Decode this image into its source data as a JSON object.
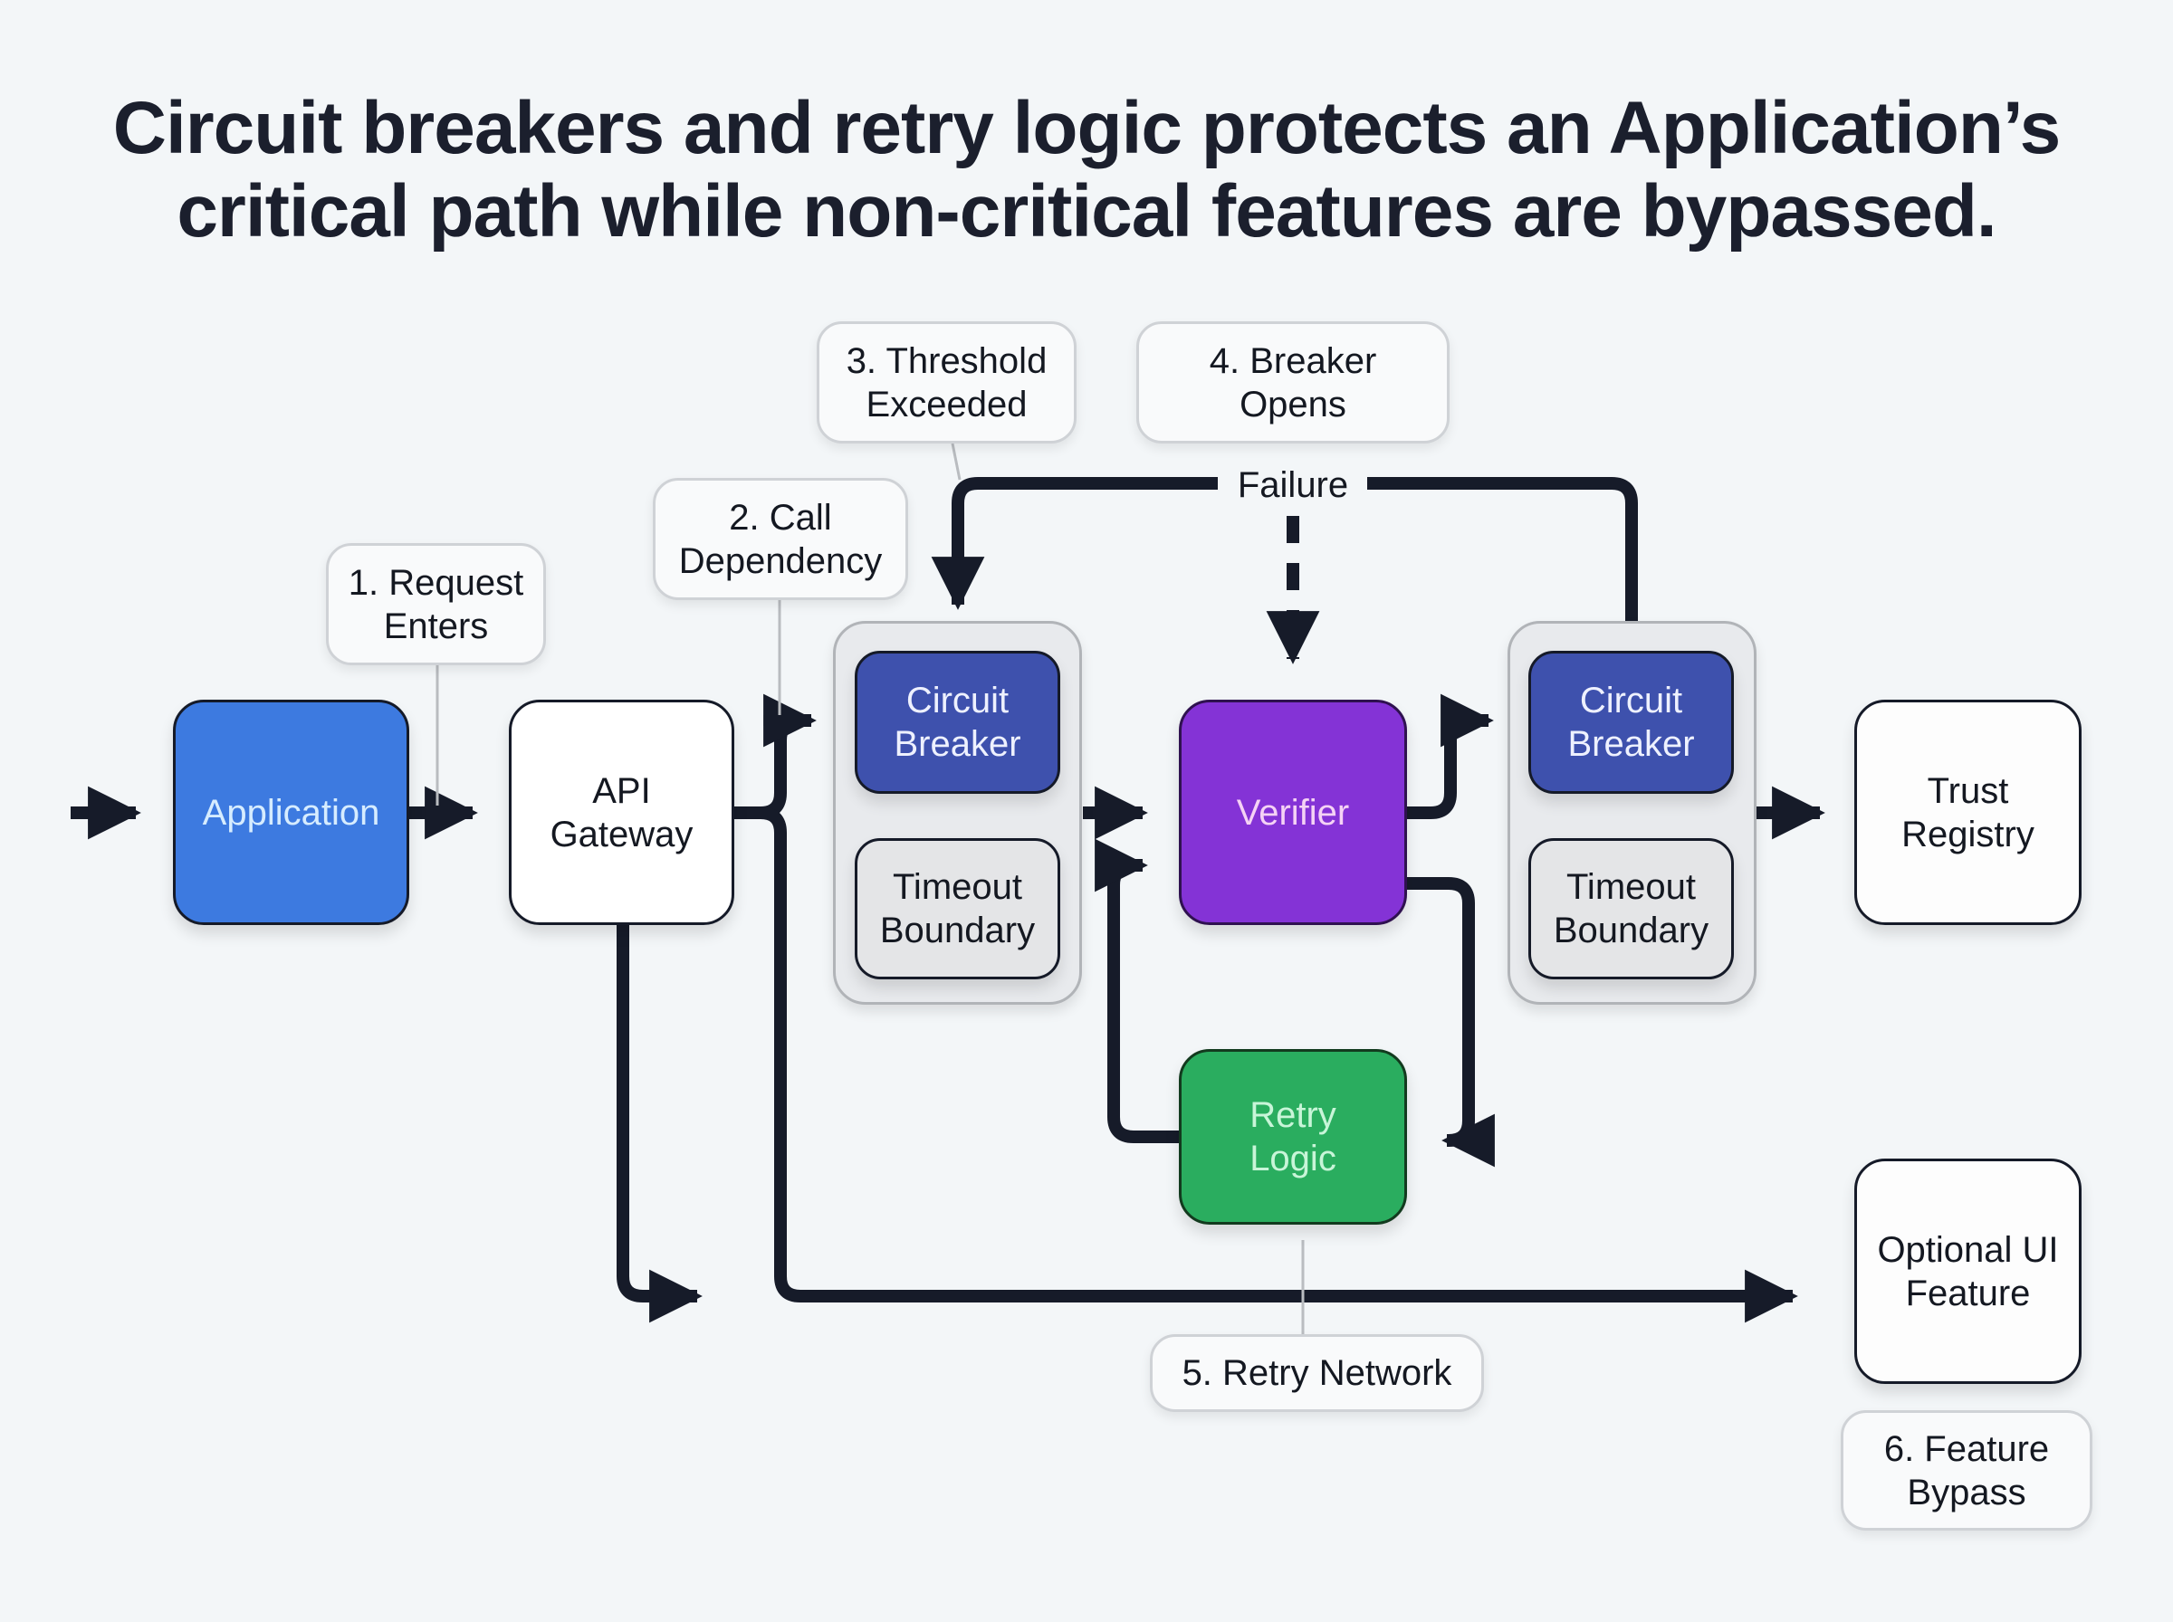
{
  "title": {
    "line1": "Circuit breakers and retry logic protects an Application’s",
    "line2": "critical path while non-critical features are bypassed."
  },
  "nodes": {
    "application": {
      "label": "Application",
      "color": "#3d7ae0"
    },
    "api_gateway": {
      "line1": "API",
      "line2": "Gateway"
    },
    "circuit_breaker_1": {
      "line1": "Circuit",
      "line2": "Breaker",
      "color": "#3e51ad"
    },
    "timeout_boundary_1": {
      "line1": "Timeout",
      "line2": "Boundary"
    },
    "verifier": {
      "label": "Verifier",
      "color": "#8433d6"
    },
    "circuit_breaker_2": {
      "line1": "Circuit",
      "line2": "Breaker",
      "color": "#3e51ad"
    },
    "timeout_boundary_2": {
      "line1": "Timeout",
      "line2": "Boundary"
    },
    "trust_registry": {
      "line1": "Trust",
      "line2": "Registry"
    },
    "retry_logic": {
      "line1": "Retry",
      "line2": "Logic",
      "color": "#2aad5f"
    },
    "optional_ui_feature": {
      "line1": "Optional UI",
      "line2": "Feature"
    }
  },
  "callouts": [
    {
      "line1": "1. Request",
      "line2": "Enters"
    },
    {
      "line1": "2. Call",
      "line2": "Dependency"
    },
    {
      "line1": "3. Threshold",
      "line2": "Exceeded"
    },
    {
      "line1": "4. Breaker",
      "line2": "Opens"
    },
    {
      "line1": "5. Retry Network"
    },
    {
      "line1": "6. Feature",
      "line2": "Bypass"
    }
  ],
  "edges": {
    "failure_label": "Failure"
  }
}
